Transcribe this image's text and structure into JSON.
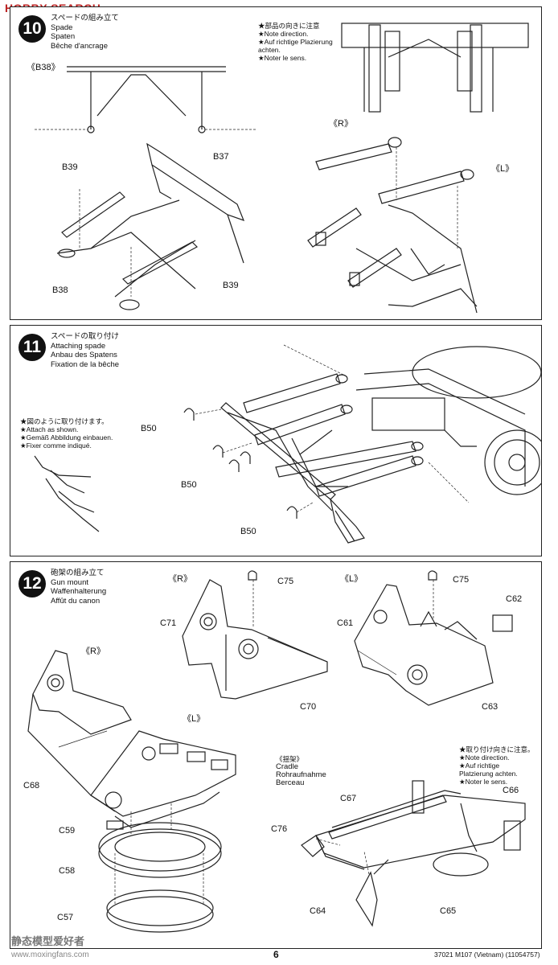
{
  "header": {
    "watermark_top": "HOBBY SEARCH"
  },
  "step10": {
    "number": "10",
    "title_jp": "スペードの組み立て",
    "title_en": "Spade",
    "title_de": "Spaten",
    "title_fr": "Bêche d'ancrage",
    "note": [
      "★部品の向きに注意",
      "★Note direction.",
      "★Auf richtige Plazierung",
      "achten.",
      "★Noter le sens."
    ],
    "labels": {
      "b38_view": "《B38》",
      "b39_a": "B39",
      "b37": "B37",
      "b38": "B38",
      "b39_b": "B39",
      "r": "《R》",
      "l": "《L》"
    }
  },
  "step11": {
    "number": "11",
    "title_jp": "スペードの取り付け",
    "title_en": "Attaching spade",
    "title_de": "Anbau des Spatens",
    "title_fr": "Fixation de la bêche",
    "note": [
      "★図のように取り付けます。",
      "★Attach as shown.",
      "★Gemäß Abbildung einbauen.",
      "★Fixer comme indiqué."
    ],
    "labels": {
      "b50_a": "B50",
      "b50_b": "B50",
      "b50_c": "B50"
    }
  },
  "step12": {
    "number": "12",
    "title_jp": "砲架の組み立て",
    "title_en": "Gun mount",
    "title_de": "Waffenhalterung",
    "title_fr": "Affût du canon",
    "labels": {
      "r_top": "《R》",
      "l_top": "《L》",
      "r_left": "《R》",
      "l_left": "《L》",
      "c75_a": "C75",
      "c75_b": "C75",
      "c71": "C71",
      "c70": "C70",
      "c61": "C61",
      "c62": "C62",
      "c63": "C63",
      "c68": "C68",
      "c59": "C59",
      "c58": "C58",
      "c57": "C57",
      "c67": "C67",
      "c66": "C66",
      "c76": "C76",
      "c64": "C64",
      "c65": "C65"
    },
    "cradle": {
      "jp": "《揺架》",
      "en": "Cradle",
      "de": "Rohraufnahme",
      "fr": "Berceau"
    },
    "note": [
      "★取り付け向きに注意。",
      "★Note direction.",
      "★Auf richtige",
      "Platzierung achten.",
      "★Noter le sens."
    ]
  },
  "footer": {
    "page": "6",
    "code": "37021 M107 (Vietnam) (11054757)",
    "watermark_cn": "静态模型爱好者",
    "watermark_url": "www.moxingfans.com"
  }
}
